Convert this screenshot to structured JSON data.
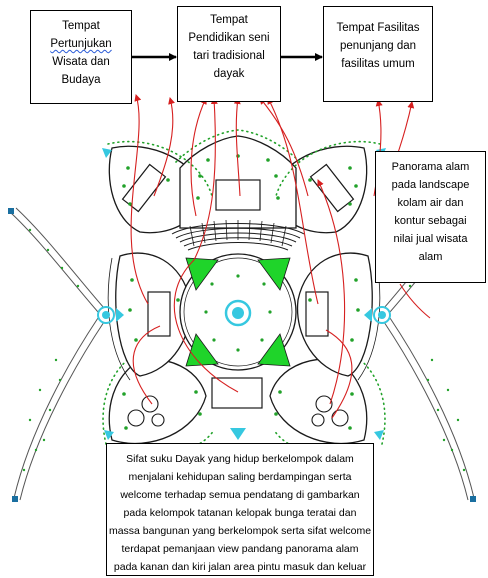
{
  "boxes": {
    "venue": [
      "Tempat",
      "Pertunjukan",
      "Wisata dan",
      "Budaya"
    ],
    "education": [
      "Tempat",
      "Pendidikan seni",
      "tari tradisional",
      "dayak"
    ],
    "facilities": [
      "Tempat Fasilitas",
      "penunjang dan",
      "fasilitas umum"
    ],
    "panorama": [
      "Panorama alam",
      "pada landscape",
      "kolam air dan",
      "kontur sebagai",
      "nilai jual wisata",
      "alam"
    ],
    "description": [
      "Sifat suku Dayak yang hidup berkelompok dalam",
      "menjalani kehidupan saling berdampingan serta",
      "welcome terhadap semua pendatang di gambarkan",
      "pada kelompok tatanan kelopak bunga teratai dan",
      "massa bangunan yang berkelompok serta sifat welcome",
      "terdapat pemanjaan view pandang panorama alam",
      "pada kanan dan kiri jalan area pintu masuk dan keluar"
    ]
  },
  "colors": {
    "annotation_arrow": "#d62020",
    "green_fill": "#1fd42a",
    "tree_dot": "#22a22a",
    "water": "#36c8e0",
    "outline": "#1a1a1a"
  }
}
